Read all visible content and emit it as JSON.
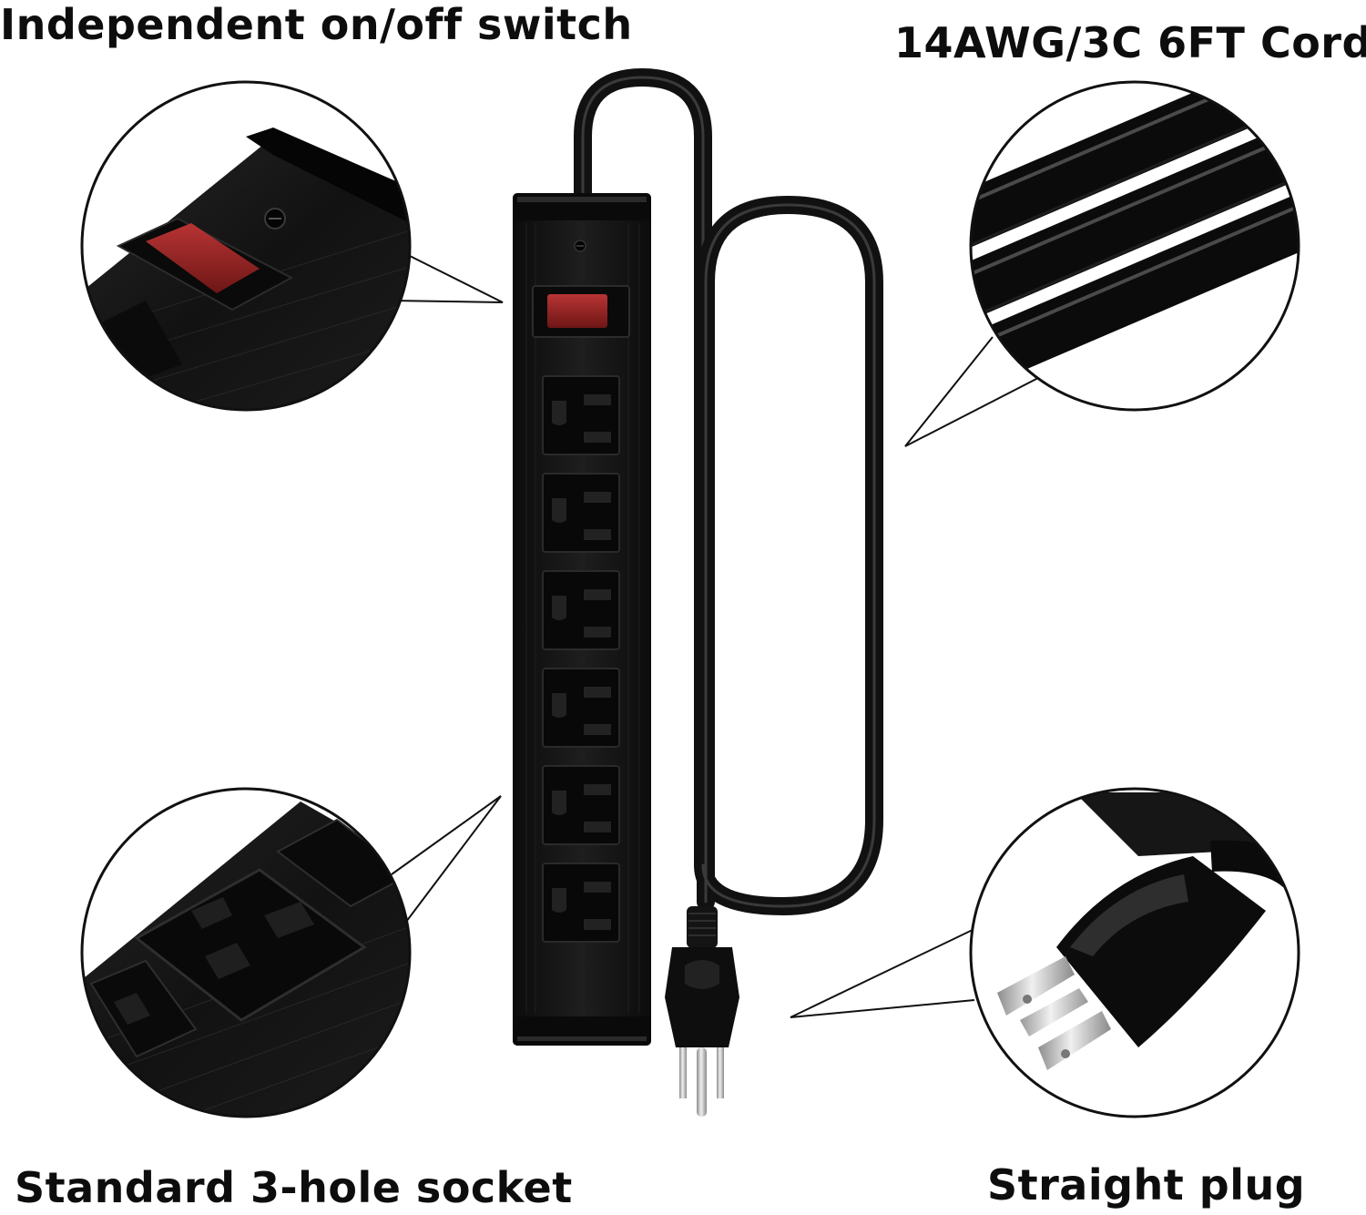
{
  "captions": {
    "switch": "Independent on/off switch",
    "cord": "14AWG/3C 6FT Cord",
    "socket": "Standard 3-hole socket",
    "plug": "Straight plug"
  },
  "colors": {
    "background": "#ffffff",
    "strip_body": "#141414",
    "switch_red": "#9a2222",
    "outlet": "#0a0a0a",
    "prong_metal": "#c9c9c9",
    "text": "#0d0d0d"
  },
  "outlets_count": 6,
  "icons": {
    "switch_detail": "rocker-switch-icon",
    "cord_detail": "cord-cross-section-icon",
    "socket_detail": "three-hole-socket-icon",
    "plug_detail": "straight-plug-icon"
  }
}
